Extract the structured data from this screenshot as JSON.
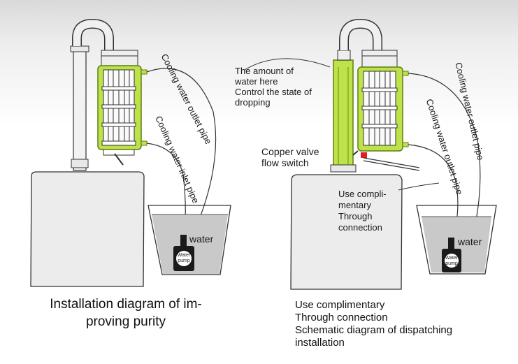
{
  "left_diagram": {
    "outlet_label": "Cooling water outlet pipe",
    "inlet_label": "Cooling water inlet pipe",
    "water_label": "water",
    "pump_label_line1": "Water",
    "pump_label_line2": "pump",
    "caption_line1": "Installation diagram of im-",
    "caption_line2": "proving purity"
  },
  "right_diagram": {
    "drop_note": [
      "The amount of",
      "water here",
      "Control the state of",
      "dropping"
    ],
    "valve_label": [
      "Copper valve",
      "flow switch"
    ],
    "connection_note": [
      "Use compli-",
      "mentary",
      "Through",
      "connection"
    ],
    "outlet_label_a": "Cooling water outlet pipe",
    "outlet_label_b": "Cooling water outlet pipe",
    "water_label": "water",
    "pump_label_line1": "Water",
    "pump_label_line2": "pump",
    "caption": [
      "Use complimentary",
      "Through connection",
      "Schematic diagram of dispatching",
      "installation"
    ]
  },
  "colors": {
    "condenser": "#bde24a",
    "condenser_edge": "#5f7d12",
    "water": "#c9c9c9",
    "pump": "#1a1a1a",
    "valve": "#e02020"
  }
}
